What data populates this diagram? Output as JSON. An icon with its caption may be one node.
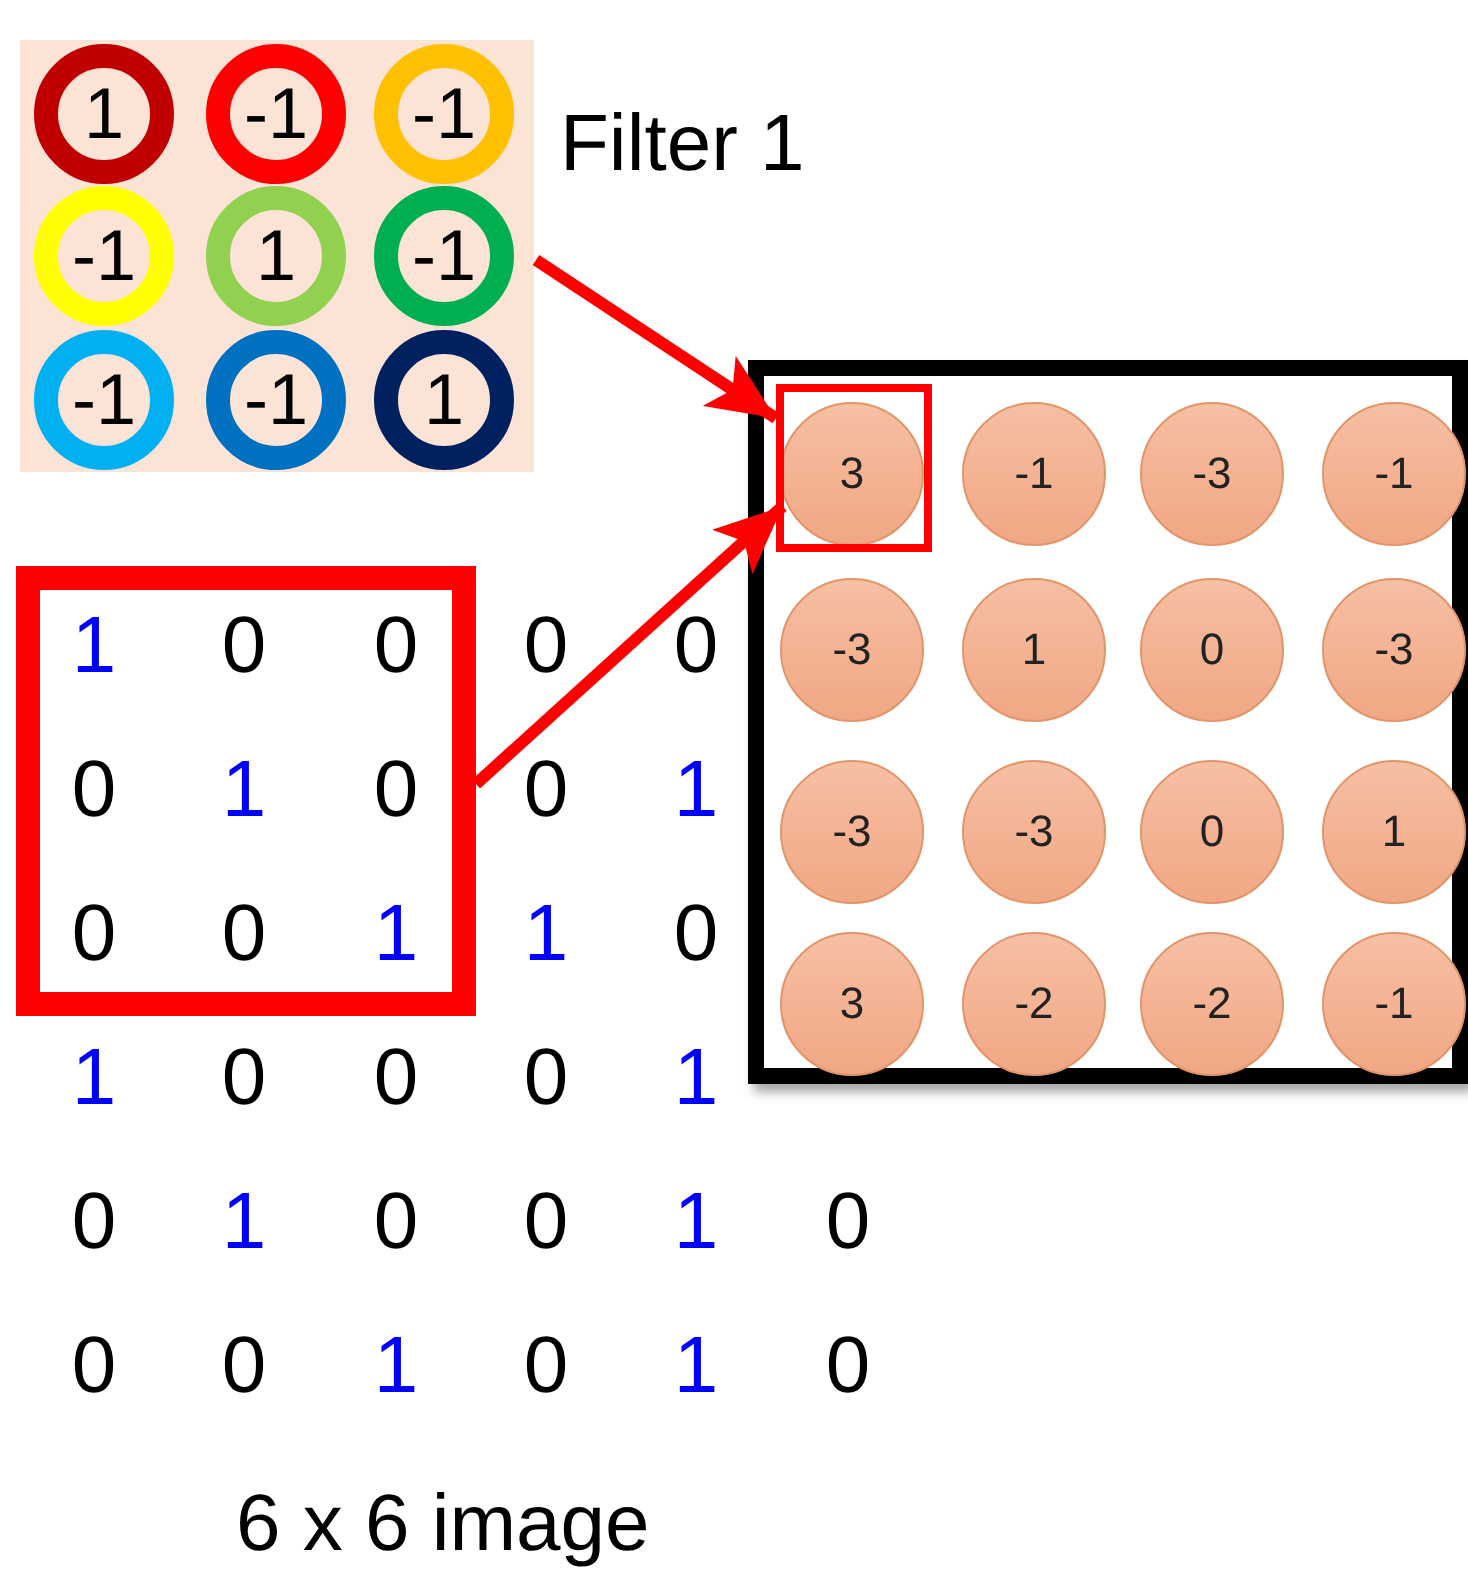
{
  "diagram": {
    "nodes": [
      {
        "text": [
          "Filter 1"
        ]
      },
      {
        "text": [
          "1"
        ],
        "in": 0
      },
      {
        "text": [
          "-1"
        ],
        "in": 0
      },
      {
        "text": [
          "-1"
        ],
        "in": 0
      },
      {
        "text": [
          "-1"
        ],
        "in": 0
      },
      {
        "text": [
          "1"
        ],
        "in": 0
      },
      {
        "text": [
          "-1"
        ],
        "in": 0
      },
      {
        "text": [
          "-1"
        ],
        "in": 0
      },
      {
        "text": [
          "-1"
        ],
        "in": 0
      },
      {
        "text": [
          "1"
        ],
        "in": 0
      },
      {
        "text": [],
        "shape": "box"
      },
      {
        "text": [],
        "shape": "box"
      },
      {
        "text": [
          "3"
        ],
        "in": 11
      },
      {
        "text": [
          "-1"
        ],
        "in": 11
      },
      {
        "text": [
          "-3"
        ],
        "in": 11
      },
      {
        "text": [
          "-1"
        ],
        "in": 11
      },
      {
        "text": [
          "-3"
        ],
        "in": 11
      },
      {
        "text": [
          "1"
        ],
        "in": 11
      },
      {
        "text": [
          "0"
        ],
        "in": 11
      },
      {
        "text": [
          "-3"
        ],
        "in": 11
      },
      {
        "text": [
          "-3"
        ],
        "in": 11
      },
      {
        "text": [
          "-3"
        ],
        "in": 11
      },
      {
        "text": [
          "0"
        ],
        "in": 11
      },
      {
        "text": [
          "1"
        ],
        "in": 11
      },
      {
        "text": [
          "3"
        ],
        "in": 11
      },
      {
        "text": [
          "-2"
        ],
        "in": 11
      },
      {
        "text": [
          "-2"
        ],
        "in": 11
      },
      {
        "text": [
          "-1"
        ],
        "in": 11
      }
    ],
    "edges": [
      {
        "from": 6,
        "to": 12,
        "arrow": "to"
      },
      {
        "from": 10,
        "to": 12,
        "arrow": "to"
      }
    ],
    "labels": [
      "1",
      "0",
      "0",
      "0",
      "0",
      "0",
      "1",
      "0",
      "0",
      "1",
      "0",
      "0",
      "1",
      "1",
      "0",
      "1",
      "0",
      "0",
      "0",
      "1",
      "0",
      "1",
      "0",
      "0",
      "1",
      "0",
      "0",
      "0",
      "1",
      "0",
      "1",
      "0",
      "6 x 6 image"
    ]
  }
}
